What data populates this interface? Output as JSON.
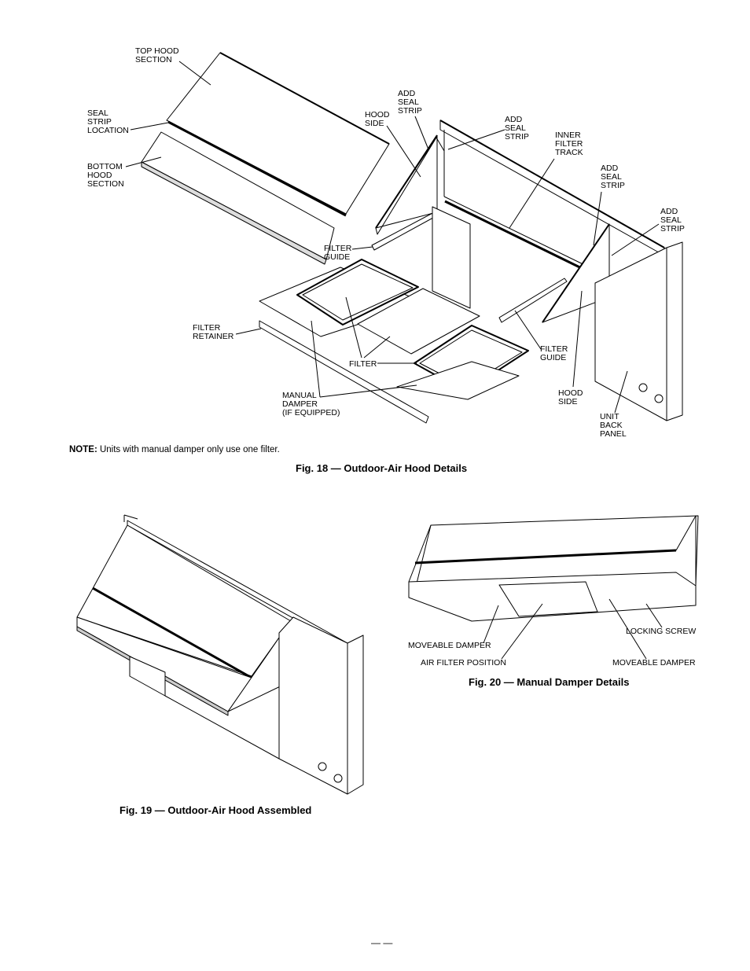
{
  "fig18": {
    "caption": "Fig. 18 — Outdoor-Air Hood Details",
    "note_label": "NOTE:",
    "note_text": " Units with manual damper only use one filter.",
    "labels": {
      "top_hood_section": "TOP HOOD\nSECTION",
      "seal_strip_location": "SEAL\nSTRIP\nLOCATION",
      "bottom_hood_section": "BOTTOM\nHOOD\nSECTION",
      "hood_side_left": "HOOD\nSIDE",
      "add_seal_strip_1": "ADD\nSEAL\nSTRIP",
      "add_seal_strip_2": "ADD\nSEAL\nSTRIP",
      "inner_filter_track": "INNER\nFILTER\nTRACK",
      "add_seal_strip_3": "ADD\nSEAL\nSTRIP",
      "add_seal_strip_4": "ADD\nSEAL\nSTRIP",
      "filter_guide_left": "FILTER\nGUIDE",
      "filter_retainer": "FILTER\nRETAINER",
      "filter": "FILTER",
      "filter_guide_right": "FILTER\nGUIDE",
      "manual_damper": "MANUAL\nDAMPER\n(IF EQUIPPED)",
      "hood_side_right": "HOOD\nSIDE",
      "unit_back_panel": "UNIT\nBACK\nPANEL"
    }
  },
  "fig19": {
    "caption": "Fig. 19 — Outdoor-Air Hood Assembled"
  },
  "fig20": {
    "caption": "Fig. 20 — Manual Damper Details",
    "labels": {
      "moveable_damper_left": "MOVEABLE DAMPER",
      "locking_screw": "LOCKING SCREW",
      "air_filter_position": "AIR FILTER POSITION",
      "moveable_damper_right": "MOVEABLE DAMPER"
    }
  },
  "page_number": "— —"
}
